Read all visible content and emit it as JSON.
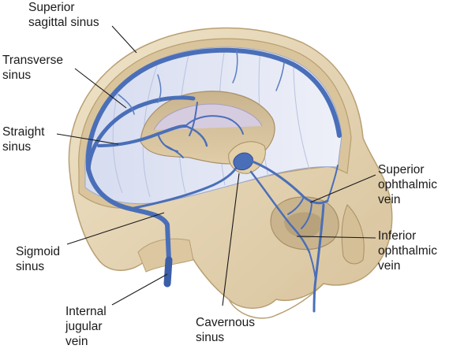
{
  "labels": {
    "superior_sagittal_sinus": [
      "Superior",
      "sagittal sinus"
    ],
    "transverse_sinus": [
      "Transverse",
      "sinus"
    ],
    "straight_sinus": [
      "Straight",
      "sinus"
    ],
    "sigmoid_sinus": [
      "Sigmoid",
      "sinus"
    ],
    "internal_jugular_vein": [
      "Internal",
      "jugular",
      "vein"
    ],
    "cavernous_sinus": [
      "Cavernous",
      "sinus"
    ],
    "superior_ophthalmic_vein": [
      "Superior",
      "ophthalmic",
      "vein"
    ],
    "inferior_ophthalmic_vein": [
      "Inferior",
      "ophthalmic",
      "vein"
    ]
  },
  "colors": {
    "bone": "#e6d6b6",
    "bone_shadow": "#c9b48e",
    "dura": "#dfe3f2",
    "vein": "#4a6fb8",
    "vein_dark": "#2f4f94"
  }
}
